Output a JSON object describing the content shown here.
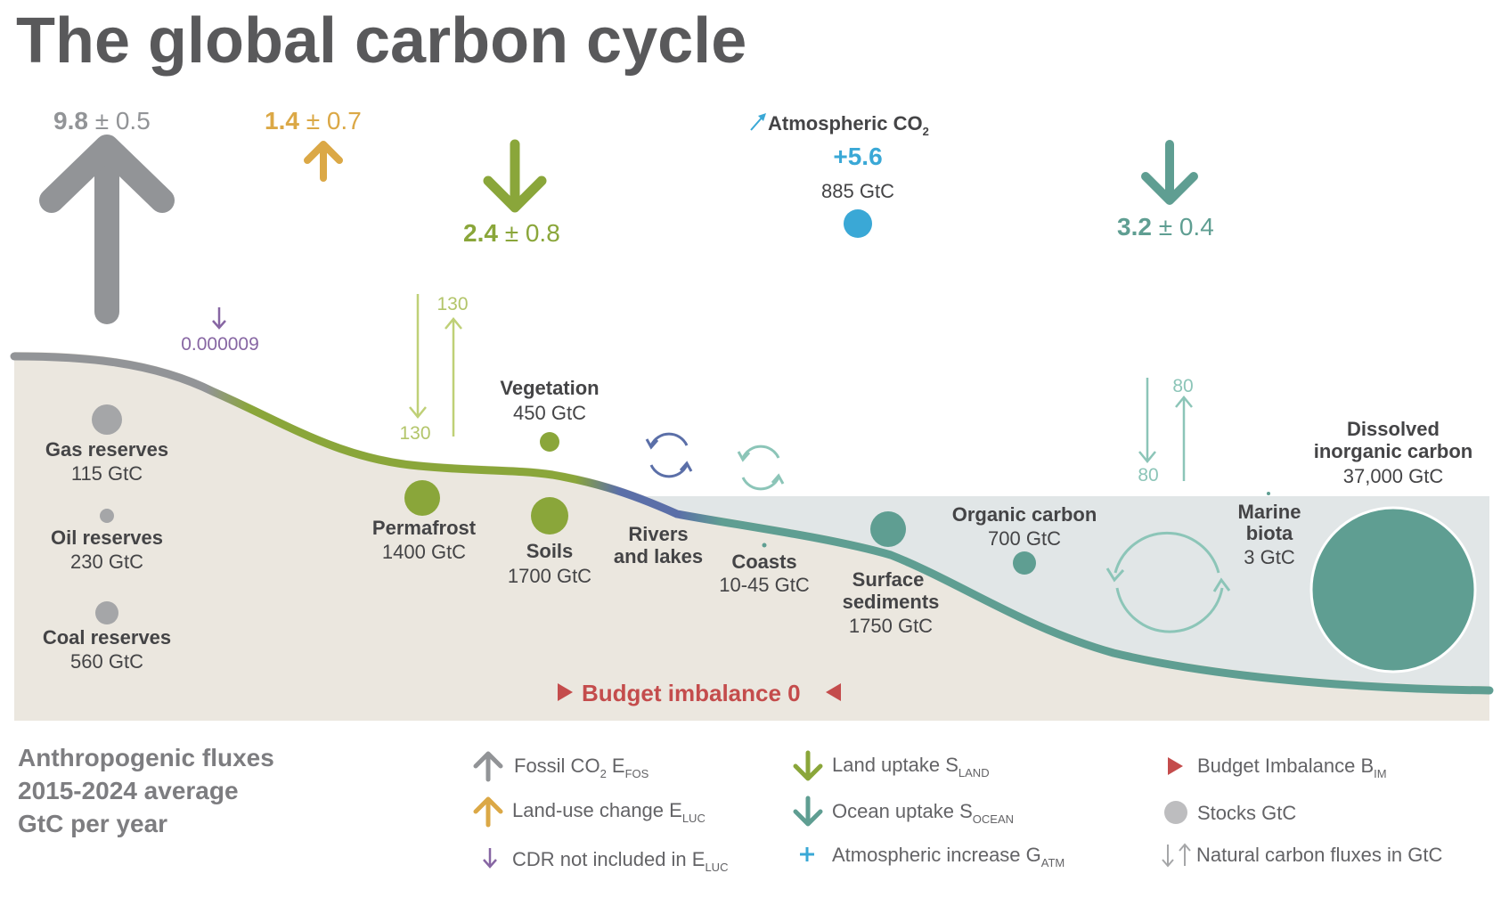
{
  "title": "The global carbon cycle",
  "colors": {
    "fossil": "#929497",
    "luc": "#dba846",
    "land": "#8aa63a",
    "ocean": "#5f9e92",
    "atm": "#3aa8d6",
    "cdr": "#8766a3",
    "budget": "#c44c4c",
    "text": "#444446",
    "ground": "#ebe7df",
    "sea": "#e0e5e6",
    "river": "#5b6fa8",
    "natural_land": "#bfd077",
    "natural_ocean": "#8cc5b8"
  },
  "fluxes": {
    "fossil": {
      "value": "9.8",
      "unc": " ± 0.5"
    },
    "luc": {
      "value": "1.4",
      "unc": " ± 0.7"
    },
    "land": {
      "value": "2.4",
      "unc": " ± 0.8"
    },
    "ocean": {
      "value": "3.2",
      "unc": " ± 0.4"
    },
    "atm": {
      "label": "Atmospheric CO",
      "sub": "2",
      "value": "+5.6",
      "stock": "885 GtC"
    },
    "cdr": "0.000009"
  },
  "natural_flux": {
    "land_down": "130",
    "land_up": "130",
    "ocean_down": "80",
    "ocean_up": "80"
  },
  "stocks": {
    "gas": {
      "name": "Gas reserves",
      "value": "115 GtC"
    },
    "oil": {
      "name": "Oil reserves",
      "value": "230 GtC"
    },
    "coal": {
      "name": "Coal reserves",
      "value": "560 GtC"
    },
    "permafrost": {
      "name": "Permafrost",
      "value": "1400 GtC"
    },
    "vegetation": {
      "name": "Vegetation",
      "value": "450 GtC"
    },
    "soils": {
      "name": "Soils",
      "value": "1700 GtC"
    },
    "rivers": {
      "name1": "Rivers",
      "name2": "and lakes"
    },
    "coasts": {
      "name": "Coasts",
      "value": "10-45 GtC"
    },
    "sediments": {
      "name1": "Surface",
      "name2": "sediments",
      "value": "1750 GtC"
    },
    "organic": {
      "name": "Organic carbon",
      "value": "700 GtC"
    },
    "biota": {
      "name1": "Marine",
      "name2": "biota",
      "value": "3 GtC"
    },
    "dic": {
      "name1": "Dissolved",
      "name2": "inorganic carbon",
      "value": "37,000 GtC"
    }
  },
  "budget": "Budget imbalance 0",
  "footer": {
    "line1": "Anthropogenic fluxes",
    "line2": "2015-2024 average",
    "line3": "GtC per year"
  },
  "legend": {
    "fossil": {
      "text": "Fossil CO",
      "sub1": "2",
      "mid": " E",
      "sub2": "FOS"
    },
    "luc": {
      "text": "Land-use change E",
      "sub": "LUC"
    },
    "cdr": {
      "text": "CDR not included in E",
      "sub": "LUC"
    },
    "land": {
      "text": "Land uptake S",
      "sub": "LAND"
    },
    "ocean": {
      "text": "Ocean uptake S",
      "sub": "OCEAN"
    },
    "atm": {
      "text": "Atmospheric increase G",
      "sub": "ATM"
    },
    "budget": {
      "text": "Budget Imbalance B",
      "sub": "IM"
    },
    "stocks": {
      "text": "Stocks GtC"
    },
    "natural": {
      "text": "Natural carbon fluxes in GtC"
    }
  }
}
